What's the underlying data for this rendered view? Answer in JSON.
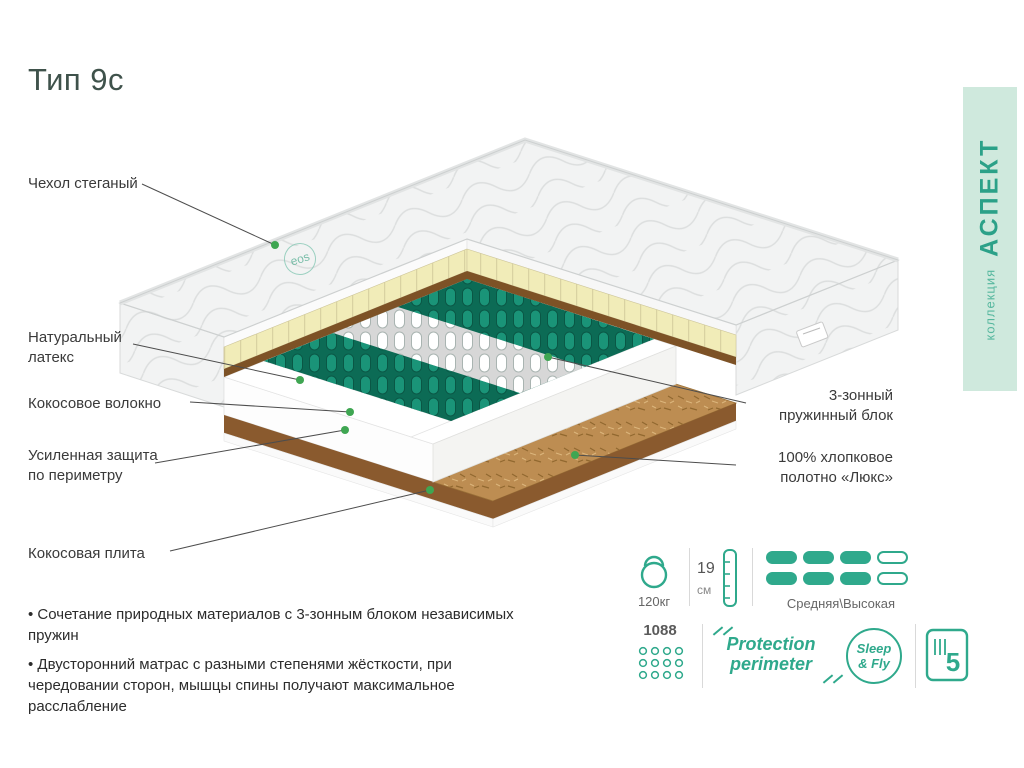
{
  "page": {
    "title": "Тип 9с",
    "eos_watermark": "eos"
  },
  "banner": {
    "word1": "коллекция",
    "word2": "АСПЕКТ"
  },
  "callouts": {
    "cover": "Чехол стеганый",
    "latex_line1": "Натуральный",
    "latex_line2": "латекс",
    "fiber": "Кокосовое волокно",
    "perimeter_line1": "Усиленная защита",
    "perimeter_line2": "по периметру",
    "plate": "Кокосовая плита",
    "springs_line1": "3-зонный",
    "springs_line2": "пружинный блок",
    "cotton_line1": "100% хлопковое",
    "cotton_line2": "полотно «Люкс»"
  },
  "bullets": {
    "b1": "• Сочетание природных материалов с 3-зонным блоком независимых пружин",
    "b2": "• Двусторонний матрас с разными степенями жёсткости, при чередовании сторон, мышцы спины получают максимальное расслабление"
  },
  "specs": {
    "weight": "120кг",
    "height_value": "19",
    "height_unit": "см",
    "firmness_label": "Средняя\\Высокая",
    "firmness_filled": "3",
    "firmness_total": "4",
    "springs_count": "1088",
    "protection_line1": "Protection",
    "protection_line2": "perimeter",
    "brand_line1": "Sleep",
    "brand_line2": "& Fly",
    "warranty_years": "5"
  },
  "colors": {
    "accent": "#2fa98c",
    "banner_bg": "#cfe9dd",
    "spring_teal": "#1a9478",
    "latex_cream": "#f1ecb8",
    "coconut_brown": "#bd8d52",
    "dot_green": "#3fa652"
  }
}
